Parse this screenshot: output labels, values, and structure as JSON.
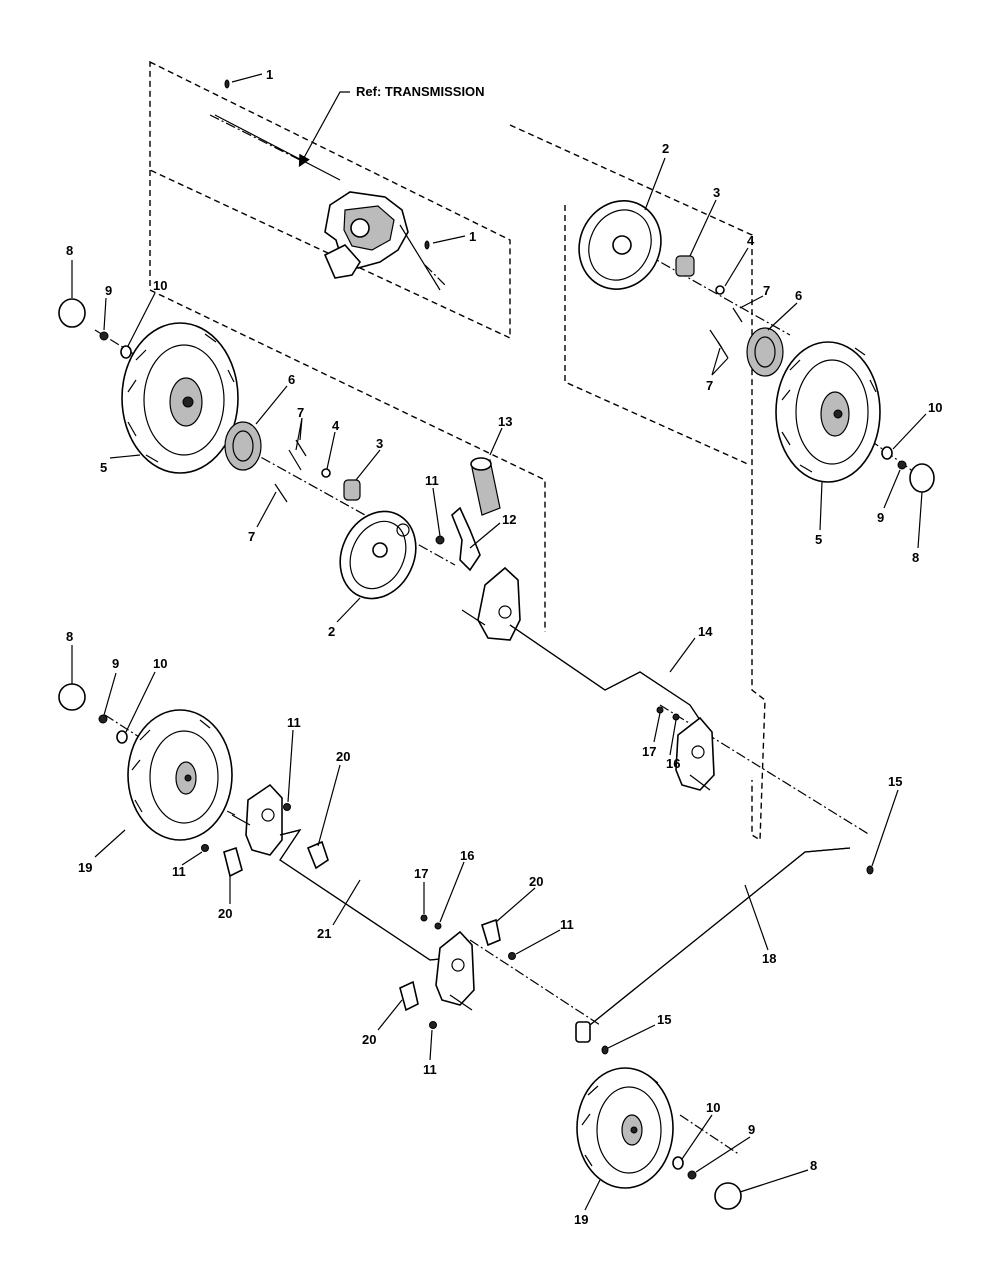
{
  "reference": {
    "text": "Ref: TRANSMISSION"
  },
  "callouts": [
    {
      "id": "c1a",
      "text": "1"
    },
    {
      "id": "c1b",
      "text": "1"
    },
    {
      "id": "c2a",
      "text": "2"
    },
    {
      "id": "c3a",
      "text": "3"
    },
    {
      "id": "c4a",
      "text": "4"
    },
    {
      "id": "c7a",
      "text": "7"
    },
    {
      "id": "c6a",
      "text": "6"
    },
    {
      "id": "c7b",
      "text": "7"
    },
    {
      "id": "c10a",
      "text": "10"
    },
    {
      "id": "c9a",
      "text": "9"
    },
    {
      "id": "c8a",
      "text": "8"
    },
    {
      "id": "c5a",
      "text": "5"
    },
    {
      "id": "c8b",
      "text": "8"
    },
    {
      "id": "c9b",
      "text": "9"
    },
    {
      "id": "c10b",
      "text": "10"
    },
    {
      "id": "c5b",
      "text": "5"
    },
    {
      "id": "c6b",
      "text": "6"
    },
    {
      "id": "c7c",
      "text": "7"
    },
    {
      "id": "c4b",
      "text": "4"
    },
    {
      "id": "c3b",
      "text": "3"
    },
    {
      "id": "c7d",
      "text": "7"
    },
    {
      "id": "c13",
      "text": "13"
    },
    {
      "id": "c11a",
      "text": "11"
    },
    {
      "id": "c12",
      "text": "12"
    },
    {
      "id": "c2b",
      "text": "2"
    },
    {
      "id": "c14",
      "text": "14"
    },
    {
      "id": "c17a",
      "text": "17"
    },
    {
      "id": "c16a",
      "text": "16"
    },
    {
      "id": "c8c",
      "text": "8"
    },
    {
      "id": "c9c",
      "text": "9"
    },
    {
      "id": "c10c",
      "text": "10"
    },
    {
      "id": "c19a",
      "text": "19"
    },
    {
      "id": "c11b",
      "text": "11"
    },
    {
      "id": "c20a",
      "text": "20"
    },
    {
      "id": "c11c",
      "text": "11"
    },
    {
      "id": "c20b",
      "text": "20"
    },
    {
      "id": "c15a",
      "text": "15"
    },
    {
      "id": "c18",
      "text": "18"
    },
    {
      "id": "c17b",
      "text": "17"
    },
    {
      "id": "c16b",
      "text": "16"
    },
    {
      "id": "c20c",
      "text": "20"
    },
    {
      "id": "c11d",
      "text": "11"
    },
    {
      "id": "c21",
      "text": "21"
    },
    {
      "id": "c15b",
      "text": "15"
    },
    {
      "id": "c20d",
      "text": "20"
    },
    {
      "id": "c11e",
      "text": "11"
    },
    {
      "id": "c10d",
      "text": "10"
    },
    {
      "id": "c9d",
      "text": "9"
    },
    {
      "id": "c8d",
      "text": "8"
    },
    {
      "id": "c19b",
      "text": "19"
    }
  ]
}
